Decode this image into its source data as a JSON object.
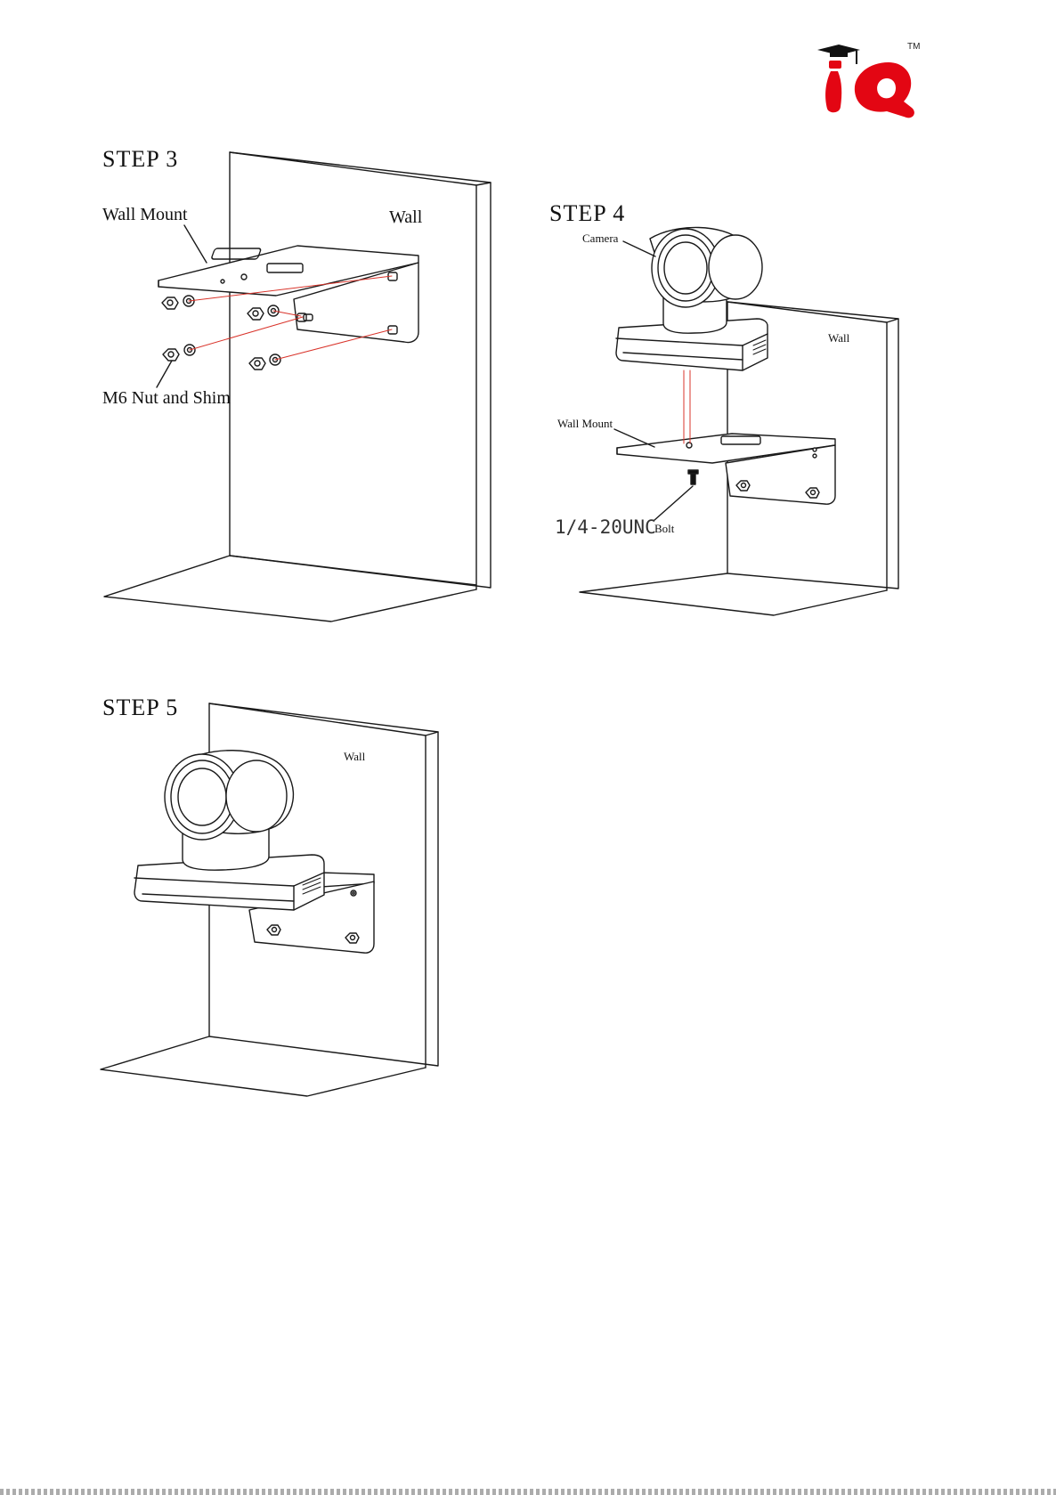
{
  "brand": {
    "logo_text": "iQ",
    "trademark": "TM",
    "accent": "#e30613"
  },
  "steps": [
    {
      "title": "STEP  3",
      "labels": {
        "wall_mount": "Wall Mount",
        "wall": "Wall",
        "nut": "M6 Nut and Shim"
      }
    },
    {
      "title": "STEP  4",
      "labels": {
        "camera": "Camera",
        "wall": "Wall",
        "wall_mount": "Wall Mount",
        "bolt_size": "1/4-20UNC",
        "bolt": "Bolt"
      }
    },
    {
      "title": "STEP  5",
      "labels": {
        "wall": "Wall"
      }
    }
  ],
  "colors": {
    "line": "#1a1a1a",
    "guide": "#d9342b"
  }
}
